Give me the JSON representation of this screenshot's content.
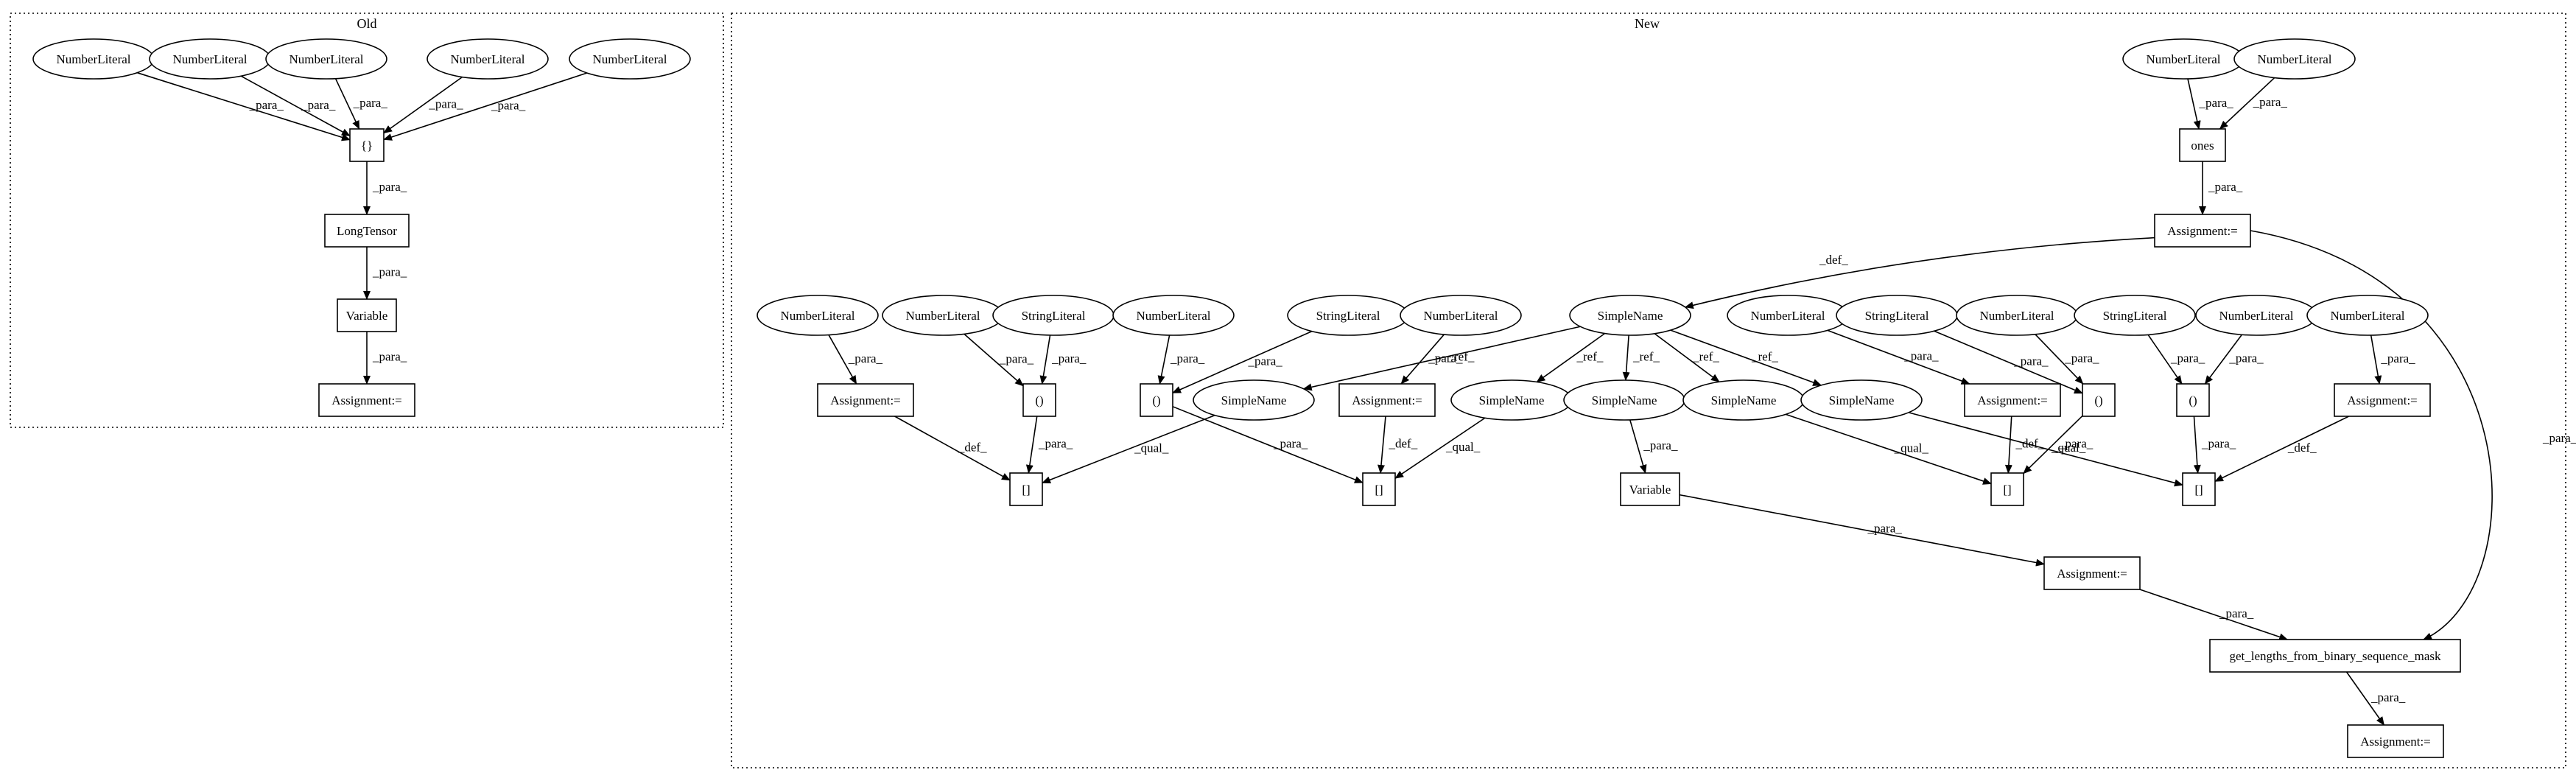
{
  "clusters": [
    {
      "id": "old",
      "label": "Old"
    },
    {
      "id": "new",
      "label": "New"
    }
  ],
  "nodes": [
    {
      "id": "o_n1",
      "label": "NumberLiteral",
      "shape": "ellipse"
    },
    {
      "id": "o_n2",
      "label": "NumberLiteral",
      "shape": "ellipse"
    },
    {
      "id": "o_n3",
      "label": "NumberLiteral",
      "shape": "ellipse"
    },
    {
      "id": "o_n4",
      "label": "NumberLiteral",
      "shape": "ellipse"
    },
    {
      "id": "o_n5",
      "label": "NumberLiteral",
      "shape": "ellipse"
    },
    {
      "id": "o_arr",
      "label": "{}",
      "shape": "box"
    },
    {
      "id": "o_lt",
      "label": "LongTensor",
      "shape": "box"
    },
    {
      "id": "o_var",
      "label": "Variable",
      "shape": "box"
    },
    {
      "id": "o_asg",
      "label": "Assignment:=",
      "shape": "box"
    },
    {
      "id": "n_nl_ones1",
      "label": "NumberLiteral",
      "shape": "ellipse"
    },
    {
      "id": "n_nl_ones2",
      "label": "NumberLiteral",
      "shape": "ellipse"
    },
    {
      "id": "n_ones",
      "label": "ones",
      "shape": "box"
    },
    {
      "id": "n_asg_top",
      "label": "Assignment:=",
      "shape": "box"
    },
    {
      "id": "n_sn_main",
      "label": "SimpleName",
      "shape": "ellipse"
    },
    {
      "id": "n_nl_a",
      "label": "NumberLiteral",
      "shape": "ellipse"
    },
    {
      "id": "n_nl_b",
      "label": "NumberLiteral",
      "shape": "ellipse"
    },
    {
      "id": "n_sl_b",
      "label": "StringLiteral",
      "shape": "ellipse"
    },
    {
      "id": "n_nl_c",
      "label": "NumberLiteral",
      "shape": "ellipse"
    },
    {
      "id": "n_sl_c",
      "label": "StringLiteral",
      "shape": "ellipse"
    },
    {
      "id": "n_nl_d",
      "label": "NumberLiteral",
      "shape": "ellipse"
    },
    {
      "id": "n_nl_e",
      "label": "NumberLiteral",
      "shape": "ellipse"
    },
    {
      "id": "n_sl_f",
      "label": "StringLiteral",
      "shape": "ellipse"
    },
    {
      "id": "n_nl_f",
      "label": "NumberLiteral",
      "shape": "ellipse"
    },
    {
      "id": "n_sl_g",
      "label": "StringLiteral",
      "shape": "ellipse"
    },
    {
      "id": "n_nl_g",
      "label": "NumberLiteral",
      "shape": "ellipse"
    },
    {
      "id": "n_nl_h",
      "label": "NumberLiteral",
      "shape": "ellipse"
    },
    {
      "id": "n_asg1",
      "label": "Assignment:=",
      "shape": "box"
    },
    {
      "id": "n_paren1",
      "label": "()",
      "shape": "box"
    },
    {
      "id": "n_paren2",
      "label": "()",
      "shape": "box"
    },
    {
      "id": "n_sn1",
      "label": "SimpleName",
      "shape": "ellipse"
    },
    {
      "id": "n_asg2",
      "label": "Assignment:=",
      "shape": "box"
    },
    {
      "id": "n_sn2",
      "label": "SimpleName",
      "shape": "ellipse"
    },
    {
      "id": "n_sn3",
      "label": "SimpleName",
      "shape": "ellipse"
    },
    {
      "id": "n_sn4",
      "label": "SimpleName",
      "shape": "ellipse"
    },
    {
      "id": "n_sn5",
      "label": "SimpleName",
      "shape": "ellipse"
    },
    {
      "id": "n_asg3",
      "label": "Assignment:=",
      "shape": "box"
    },
    {
      "id": "n_paren3",
      "label": "()",
      "shape": "box"
    },
    {
      "id": "n_paren4",
      "label": "()",
      "shape": "box"
    },
    {
      "id": "n_asg4",
      "label": "Assignment:=",
      "shape": "box"
    },
    {
      "id": "n_idx1",
      "label": "[]",
      "shape": "box"
    },
    {
      "id": "n_idx2",
      "label": "[]",
      "shape": "box"
    },
    {
      "id": "n_var",
      "label": "Variable",
      "shape": "box"
    },
    {
      "id": "n_idx3",
      "label": "[]",
      "shape": "box"
    },
    {
      "id": "n_idx4",
      "label": "[]",
      "shape": "box"
    },
    {
      "id": "n_asg_var",
      "label": "Assignment:=",
      "shape": "box"
    },
    {
      "id": "n_glfbsm",
      "label": "get_lengths_from_binary_sequence_mask",
      "shape": "box"
    },
    {
      "id": "n_asg_final",
      "label": "Assignment:=",
      "shape": "box"
    }
  ],
  "edges": [
    {
      "from": "o_n1",
      "to": "o_arr",
      "label": "_para_"
    },
    {
      "from": "o_n2",
      "to": "o_arr",
      "label": "_para_"
    },
    {
      "from": "o_n3",
      "to": "o_arr",
      "label": "_para_"
    },
    {
      "from": "o_n4",
      "to": "o_arr",
      "label": "_para_"
    },
    {
      "from": "o_n5",
      "to": "o_arr",
      "label": "_para_"
    },
    {
      "from": "o_arr",
      "to": "o_lt",
      "label": "_para_"
    },
    {
      "from": "o_lt",
      "to": "o_var",
      "label": "_para_"
    },
    {
      "from": "o_var",
      "to": "o_asg",
      "label": "_para_"
    },
    {
      "from": "n_nl_ones1",
      "to": "n_ones",
      "label": "_para_"
    },
    {
      "from": "n_nl_ones2",
      "to": "n_ones",
      "label": "_para_"
    },
    {
      "from": "n_ones",
      "to": "n_asg_top",
      "label": "_para_"
    },
    {
      "from": "n_asg_top",
      "to": "n_sn_main",
      "label": "_def_"
    },
    {
      "from": "n_asg_top",
      "to": "n_glfbsm",
      "label": "_para_"
    },
    {
      "from": "n_sn_main",
      "to": "n_sn1",
      "label": "_ref_"
    },
    {
      "from": "n_sn_main",
      "to": "n_sn2",
      "label": "_ref_"
    },
    {
      "from": "n_sn_main",
      "to": "n_sn3",
      "label": "_ref_"
    },
    {
      "from": "n_sn_main",
      "to": "n_sn4",
      "label": "_ref_"
    },
    {
      "from": "n_sn_main",
      "to": "n_sn5",
      "label": "_ref_"
    },
    {
      "from": "n_nl_a",
      "to": "n_asg1",
      "label": "_para_"
    },
    {
      "from": "n_nl_b",
      "to": "n_paren1",
      "label": "_para_"
    },
    {
      "from": "n_sl_b",
      "to": "n_paren1",
      "label": "_para_"
    },
    {
      "from": "n_nl_c",
      "to": "n_paren2",
      "label": "_para_"
    },
    {
      "from": "n_sl_c",
      "to": "n_paren2",
      "label": "_para_"
    },
    {
      "from": "n_nl_d",
      "to": "n_asg2",
      "label": "_para_"
    },
    {
      "from": "n_nl_e",
      "to": "n_asg3",
      "label": "_para_"
    },
    {
      "from": "n_sl_f",
      "to": "n_paren3",
      "label": "_para_"
    },
    {
      "from": "n_nl_f",
      "to": "n_paren3",
      "label": "_para_"
    },
    {
      "from": "n_sl_g",
      "to": "n_paren4",
      "label": "_para_"
    },
    {
      "from": "n_nl_g",
      "to": "n_paren4",
      "label": "_para_"
    },
    {
      "from": "n_nl_h",
      "to": "n_asg4",
      "label": "_para_"
    },
    {
      "from": "n_asg1",
      "to": "n_idx1",
      "label": "_def_"
    },
    {
      "from": "n_paren1",
      "to": "n_idx1",
      "label": "_para_"
    },
    {
      "from": "n_sn1",
      "to": "n_idx1",
      "label": "_qual_"
    },
    {
      "from": "n_paren2",
      "to": "n_idx2",
      "label": "_para_"
    },
    {
      "from": "n_asg2",
      "to": "n_idx2",
      "label": "_def_"
    },
    {
      "from": "n_sn2",
      "to": "n_idx2",
      "label": "_qual_"
    },
    {
      "from": "n_sn3",
      "to": "n_var",
      "label": "_para_"
    },
    {
      "from": "n_sn4",
      "to": "n_idx3",
      "label": "_qual_"
    },
    {
      "from": "n_asg3",
      "to": "n_idx3",
      "label": "_def_"
    },
    {
      "from": "n_paren3",
      "to": "n_idx3",
      "label": "_para_"
    },
    {
      "from": "n_sn5",
      "to": "n_idx4",
      "label": "_qual_"
    },
    {
      "from": "n_paren4",
      "to": "n_idx4",
      "label": "_para_"
    },
    {
      "from": "n_asg4",
      "to": "n_idx4",
      "label": "_def_"
    },
    {
      "from": "n_var",
      "to": "n_asg_var",
      "label": "_para_"
    },
    {
      "from": "n_asg_var",
      "to": "n_glfbsm",
      "label": "_para_"
    },
    {
      "from": "n_glfbsm",
      "to": "n_asg_final",
      "label": "_para_"
    }
  ]
}
